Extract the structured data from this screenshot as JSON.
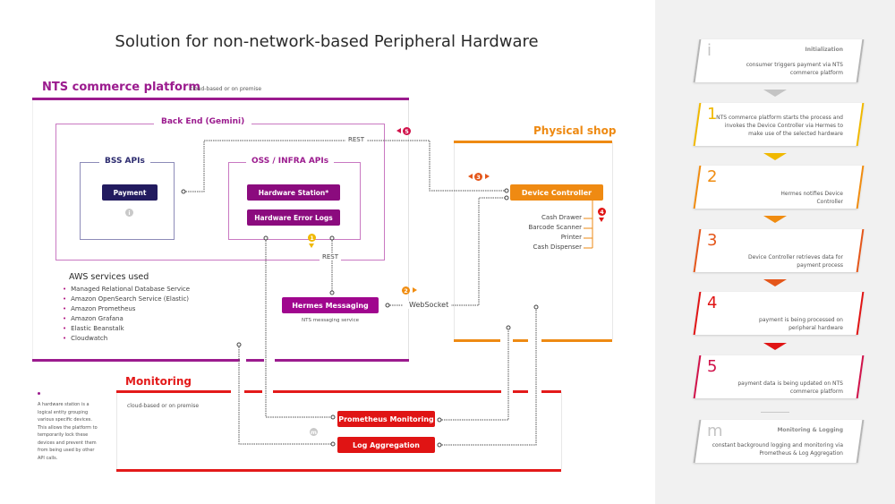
{
  "title": "Solution for non-network-based Peripheral Hardware",
  "platform": {
    "title": "NTS commerce platform",
    "subtitle": "cloud-based or on premise",
    "backend_title": "Back End (Gemini)",
    "bss_title": "BSS APIs",
    "oss_title": "OSS / INFRA APIs",
    "payment_label": "Payment",
    "hardware_station_label": "Hardware Station*",
    "hardware_error_logs_label": "Hardware Error Logs",
    "hermes_label": "Hermes Messaging",
    "hermes_sub": "NTS messaging service",
    "aws_title": "AWS services used",
    "aws_services": [
      "Managed Relational Database Service",
      "Amazon OpenSearch Service (Elastic)",
      "Amazon Prometheus",
      "Amazon Grafana",
      "Elastic Beanstalk",
      "Cloudwatch"
    ]
  },
  "shop": {
    "title": "Physical shop",
    "device_controller_label": "Device Controller",
    "devices": [
      "Cash Drawer",
      "Barcode Scanner",
      "Printer",
      "Cash Dispenser"
    ]
  },
  "monitoring": {
    "title": "Monitoring",
    "subtitle": "cloud-based or on premise",
    "prometheus_label": "Prometheus Monitoring",
    "log_label": "Log Aggregation"
  },
  "connections": {
    "rest_top": "REST",
    "rest_bottom": "REST",
    "websocket": "WebSocket"
  },
  "badges": {
    "i": "i",
    "one": "1",
    "two": "2",
    "three": "3",
    "four": "4",
    "five": "5",
    "m": "m"
  },
  "footnote": {
    "text": "A hardware station is a logical entity grouping various specific devices. This allows the platform to temporarily lock these devices and prevent them from being used by other API calls."
  },
  "colors": {
    "platform": "#9b1b8e",
    "shop": "#ee8a13",
    "monitoring": "#e31a1a",
    "bss": "#221b5f"
  },
  "steps": [
    {
      "num": "i",
      "title": "Initialization",
      "text": "consumer triggers payment via NTS commerce platform",
      "color": "#b5b5b5"
    },
    {
      "num": "1",
      "title": "",
      "text": "NTS commerce platform starts the process and invokes the Device Controller via Hermes to make use of the selected hardware",
      "color": "#f0b800"
    },
    {
      "num": "2",
      "title": "",
      "text": "Hermes notifies Device Controller",
      "color": "#f08c10"
    },
    {
      "num": "3",
      "title": "",
      "text": "Device Controller retrieves data for payment process",
      "color": "#e4561a"
    },
    {
      "num": "4",
      "title": "",
      "text": "payment is being processed on peripheral hardware",
      "color": "#e01414"
    },
    {
      "num": "5",
      "title": "",
      "text": "payment data is being updated on NTS commerce platform",
      "color": "#d0124a"
    },
    {
      "num": "m",
      "title": "Monitoring & Logging",
      "text": "constant background logging and monitoring via Prometheus & Log Aggregation",
      "color": "#b5b5b5"
    }
  ]
}
